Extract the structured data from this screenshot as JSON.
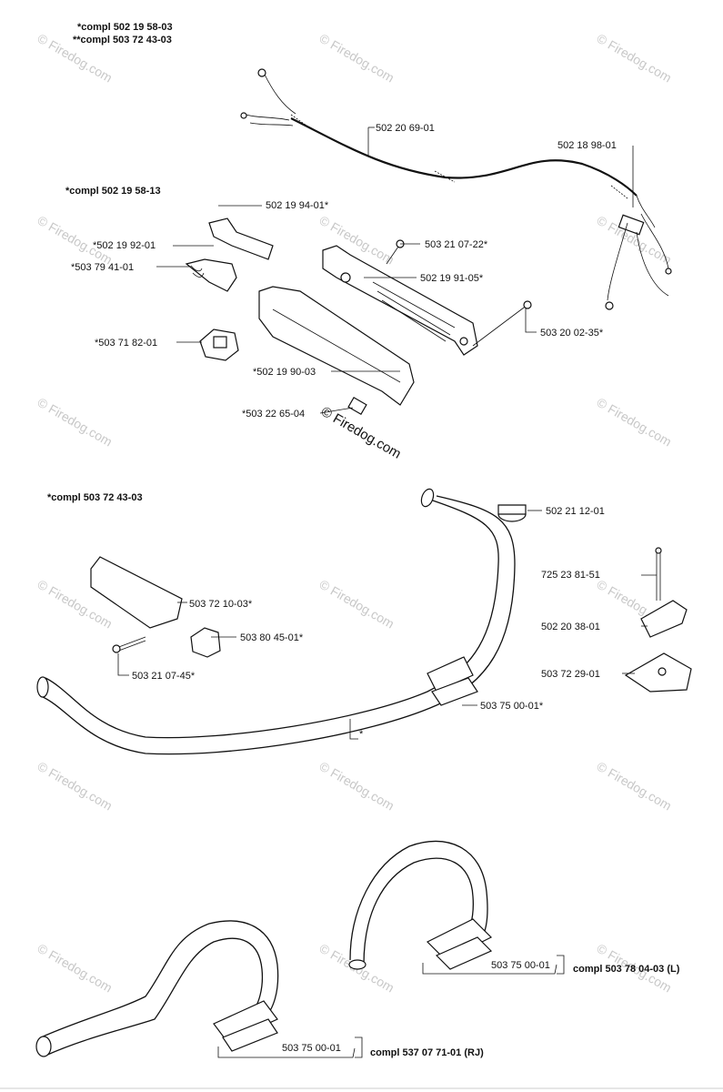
{
  "sections": {
    "top_header_1": "*compl 502 19 58-03",
    "top_header_2": "**compl 503 72 43-03",
    "mid_header": "*compl 502 19 58-13",
    "lower_header": "*compl 503 72 43-03"
  },
  "part_labels": {
    "cable": "502 20 69-01",
    "switch_bracket": "502 18 98-01",
    "p_502_19_94": "502 19 94-01*",
    "p_502_19_92": "*502 19 92-01",
    "p_503_79_41": "*503 79 41-01",
    "p_503_21_07_22": "503 21 07-22*",
    "p_502_19_91": "502 19 91-05*",
    "p_503_20_02": "503 20 02-35*",
    "p_503_71_82": "*503 71 82-01",
    "p_502_19_90": "*502 19 90-03",
    "p_503_22_65": "*503 22 65-04",
    "p_502_21_12": "502 21 12-01",
    "p_725_23_81": "725 23 81-51",
    "p_503_72_10": "503 72 10-03*",
    "p_502_20_38": "502 20 38-01",
    "p_503_80_45": "503 80 45-01*",
    "p_503_72_29": "503 72 29-01",
    "p_503_21_07_45": "503 21 07-45*",
    "p_503_75_00_a": "503 75 00-01*",
    "star_mark": "*",
    "p_503_75_00_b": "503 75 00-01",
    "compl_L": "compl 503 78 04-03 (L)",
    "p_503_75_00_c": "503 75 00-01",
    "compl_RJ": "compl 537 07 71-01 (RJ)"
  },
  "watermark": {
    "text": "© Firedog.com",
    "center_text": "© Firedog.com"
  },
  "colors": {
    "line": "#111111",
    "watermark": "#c8c8c8",
    "background": "#ffffff"
  }
}
